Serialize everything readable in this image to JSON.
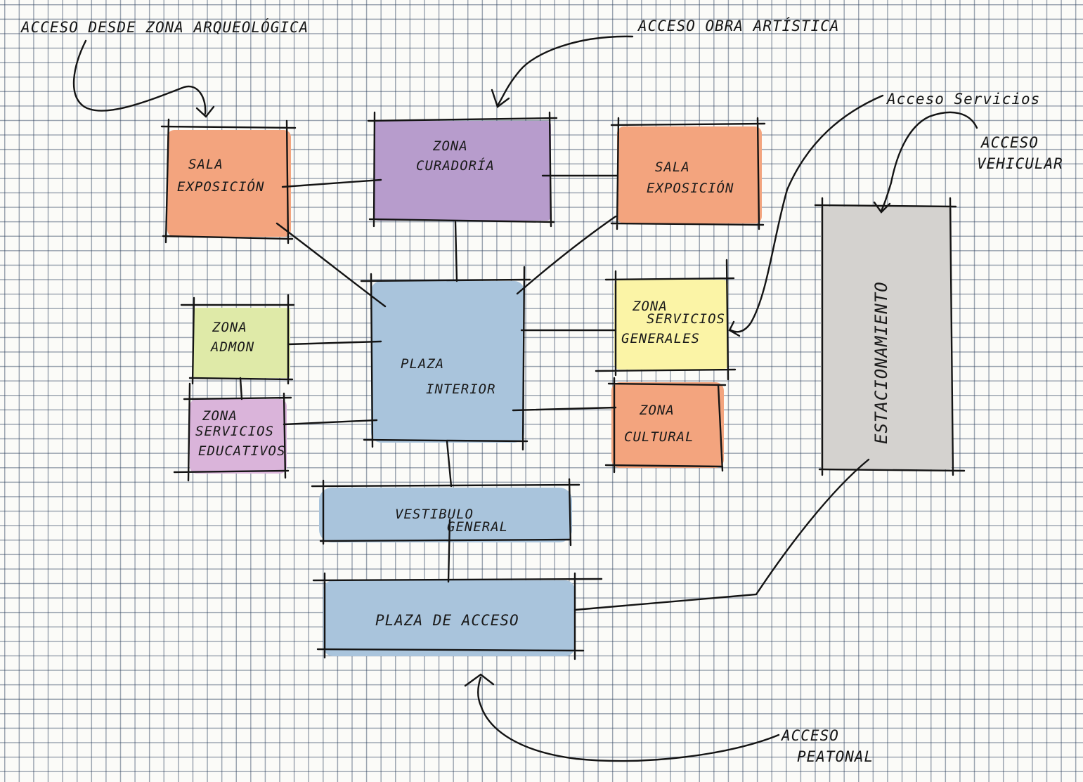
{
  "colors": {
    "orange": "#f3a47e",
    "purple": "#b79ccc",
    "blue": "#a9c4dc",
    "lime": "#dfeaa8",
    "lilac": "#dab4da",
    "yellow": "#fbf4a6",
    "gray": "#d4d2cf",
    "ink": "#141414",
    "grid": "#33507a"
  },
  "zones": {
    "sala_exposicion_left": {
      "line1": "SALA",
      "line2": "EXPOSICIÓN"
    },
    "zona_curaduria": {
      "line1": "ZONA",
      "line2": "CURADORÍA"
    },
    "sala_exposicion_right": {
      "line1": "SALA",
      "line2": "EXPOSICIÓN"
    },
    "zona_admon": {
      "line1": "ZONA",
      "line2": "ADMON"
    },
    "zona_servicios_educativos": {
      "line1": "ZONA",
      "line2": "SERVICIOS",
      "line3": "EDUCATIVOS"
    },
    "plaza_interior": {
      "line1": "PLAZA",
      "line2": "INTERIOR"
    },
    "zona_servicios_generales": {
      "line1": "ZONA",
      "line2": "SERVICIOS",
      "line3": "GENERALES"
    },
    "zona_cultural": {
      "line1": "ZONA",
      "line2": "CULTURAL"
    },
    "estacionamiento": {
      "label": "ESTACIONAMIENTO"
    },
    "vestibulo_general": {
      "line1": "VESTIBULO",
      "line2": "GENERAL"
    },
    "plaza_de_acceso": {
      "label": "PLAZA DE ACCESO"
    }
  },
  "access_labels": {
    "zona_arqueologica": "ACCESO DESDE ZONA ARQUEOLÓGICA",
    "obra_artistica": "ACCESO OBRA ARTÍSTICA",
    "servicios": "Acceso Servicios",
    "vehicular": {
      "line1": "ACCESO",
      "line2": "VEHICULAR"
    },
    "peatonal": {
      "line1": "ACCESO",
      "line2": "PEATONAL"
    }
  }
}
